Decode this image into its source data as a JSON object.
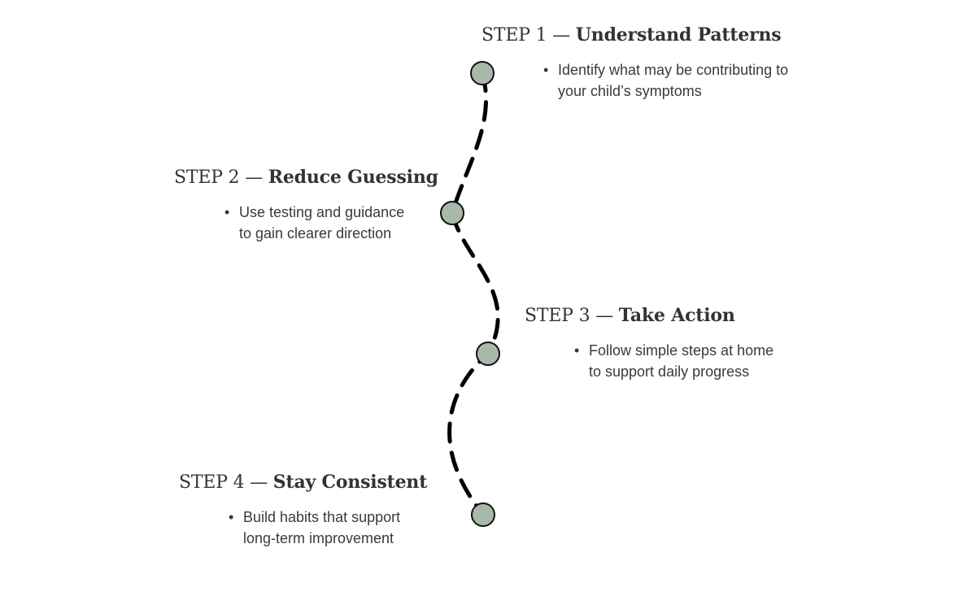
{
  "steps": [
    {
      "prefix": "STEP 1 — ",
      "name": "Understand Patterns",
      "bullet_lines": [
        "Identify what may be contributing to",
        "your child’s symptoms"
      ]
    },
    {
      "prefix": "STEP 2 — ",
      "name": "Reduce Guessing",
      "bullet_lines": [
        "Use testing and guidance",
        "to gain clearer direction"
      ]
    },
    {
      "prefix": "STEP 3 — ",
      "name": "Take Action",
      "bullet_lines": [
        "Follow simple steps at home",
        "to support daily progress"
      ]
    },
    {
      "prefix": "STEP 4 — ",
      "name": "Stay Consistent",
      "bullet_lines": [
        "Build habits that support",
        "long-term improvement"
      ]
    }
  ],
  "bullet_symbol": "•",
  "colors": {
    "node_fill": "#a7b9a8",
    "node_stroke": "#111111",
    "path_stroke": "#000000",
    "title_text": "#333333",
    "body_text": "#3a3a3a"
  }
}
